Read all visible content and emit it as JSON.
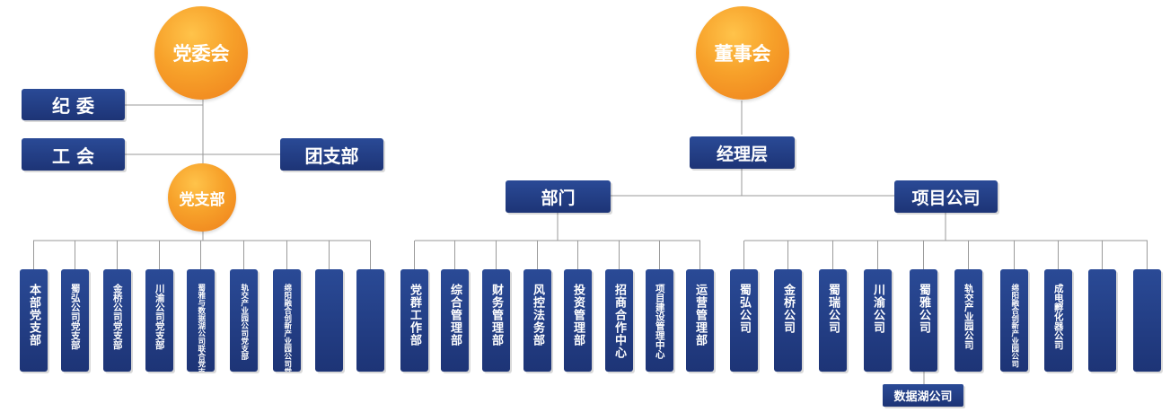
{
  "left": {
    "party_committee": "党委会",
    "discipline_committee": "纪 委",
    "union": "工 会",
    "youth_league": "团支部",
    "party_branch": "党支部",
    "branches": [
      "本部党支部",
      "蜀弘公司党支部",
      "金桥公司党支部",
      "川渝公司党支部",
      "蜀雅与数据湖公司联合党支部",
      "轨交产业园公司党支部",
      "绵阳融合创新产业园公司党支部",
      "",
      ""
    ]
  },
  "right": {
    "board": "董事会",
    "management": "经理层",
    "departments_label": "部门",
    "project_companies_label": "项目公司",
    "departments": [
      "党群工作部",
      "综合管理部",
      "财务管理部",
      "风控法务部",
      "投资管理部",
      "招商合作中心",
      "项目建设管理中心",
      "运营管理部"
    ],
    "companies": [
      "蜀弘公司",
      "金桥公司",
      "蜀瑞公司",
      "川渝公司",
      "蜀雅公司",
      "轨交产业园公司",
      "绵阳融合创新产业园公司",
      "成电孵化器公司",
      "",
      ""
    ],
    "sub_company": "数据湖公司"
  },
  "colors": {
    "orange": "#f7a12a",
    "navy": "#1f3a80",
    "line": "#9a9a9a"
  }
}
